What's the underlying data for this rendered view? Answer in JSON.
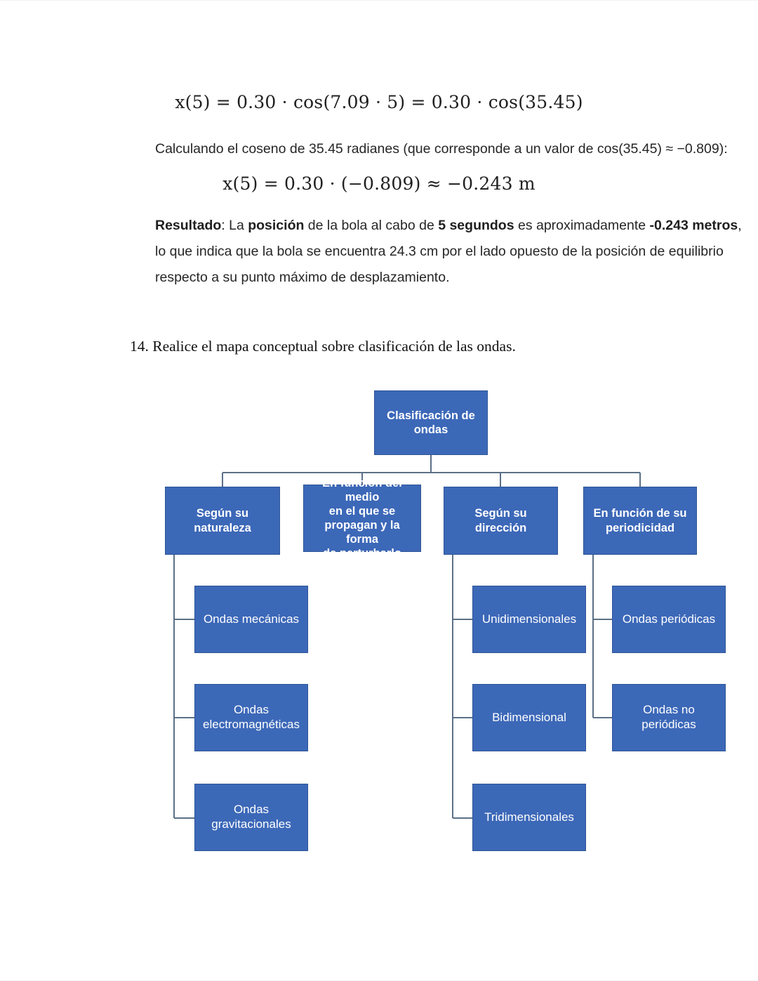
{
  "document": {
    "equation_1": {
      "lhs": "x(5) = 0.30 · cos(7.09 · 5) = 0.30 · cos(35.45)"
    },
    "paragraph_calculo": "Calculando el coseno de 35.45 radianes (que corresponde a un valor de cos(35.45) ≈ −0.809):",
    "equation_2": {
      "lhs": "x(5) = 0.30 · (−0.809) ≈ −0.243 m"
    },
    "result_label": "Resultado",
    "result_text_1": ": La ",
    "result_bold_1": "posición",
    "result_text_2": " de la bola al cabo de ",
    "result_bold_2": "5 segundos",
    "result_text_3": " es aproximadamente ",
    "result_bold_3": "-0.243 metros",
    "result_text_4": ", lo que indica que la bola se encuentra 24.3 cm por el lado opuesto de la posición de equilibrio respecto a su punto máximo de desplazamiento.",
    "question_number": "14.",
    "question_text": "Realice el mapa conceptual sobre clasificación de las ondas."
  },
  "concept_map": {
    "title": "Clasificación de ondas",
    "node_fill": "#3C68B8",
    "node_border": "#2F5597",
    "connector_color": "#5B7087",
    "text_color": "#FFFFFF",
    "root": {
      "label_line_1": "Clasificación de",
      "label_line_2": "ondas"
    },
    "branches": [
      {
        "label": "Según su naturaleza",
        "label_lines": [
          "Según su naturaleza"
        ],
        "children": [
          {
            "label": "Ondas mecánicas",
            "label_lines": [
              "Ondas mecánicas"
            ]
          },
          {
            "label": "Ondas electromagnéticas",
            "label_lines": [
              "Ondas",
              "electromagnéticas"
            ]
          },
          {
            "label": "Ondas gravitacionales",
            "label_lines": [
              "Ondas gravitacionales"
            ]
          }
        ]
      },
      {
        "label": "En función del medio en el que se propagan y la forma de perturbarlo",
        "label_lines": [
          "En función del medio",
          "en el que se",
          "propagan y la forma",
          "de perturbarlo"
        ],
        "children": []
      },
      {
        "label": "Según su dirección",
        "label_lines": [
          "Según su dirección"
        ],
        "children": [
          {
            "label": "Unidimensionales",
            "label_lines": [
              "Unidimensionales"
            ]
          },
          {
            "label": "Bidimensional",
            "label_lines": [
              "Bidimensional"
            ]
          },
          {
            "label": "Tridimensionales",
            "label_lines": [
              "Tridimensionales"
            ]
          }
        ]
      },
      {
        "label": "En función de su periodicidad",
        "label_lines": [
          "En función de su",
          "periodicidad"
        ],
        "children": [
          {
            "label": "Ondas periódicas",
            "label_lines": [
              "Ondas periódicas"
            ]
          },
          {
            "label": "Ondas no periódicas",
            "label_lines": [
              "Ondas no periódicas"
            ]
          }
        ]
      }
    ]
  }
}
